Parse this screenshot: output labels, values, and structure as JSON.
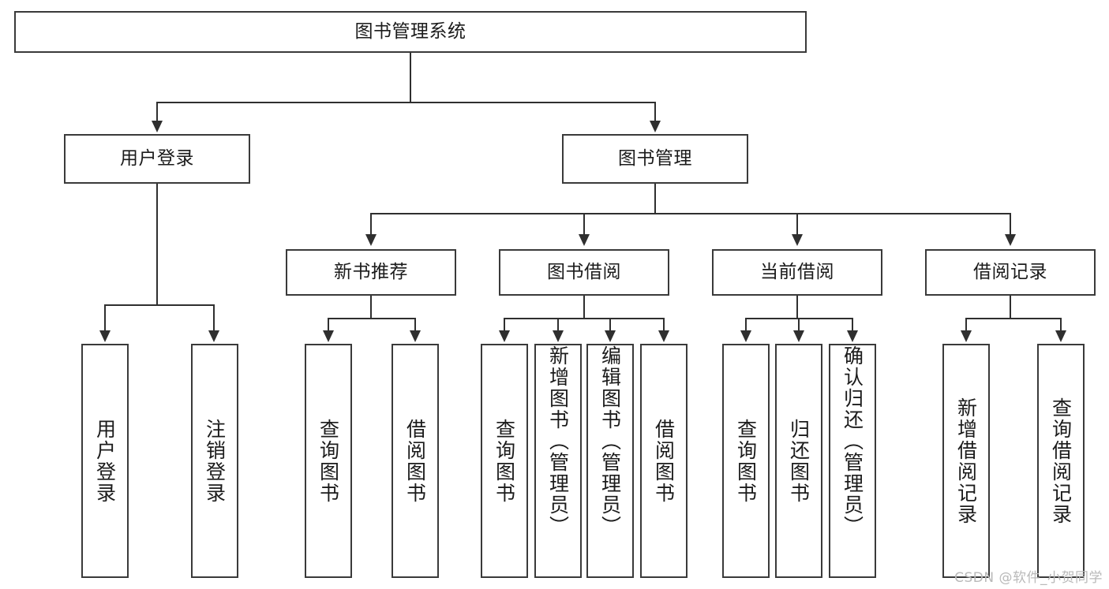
{
  "diagram": {
    "title": "图书管理系统",
    "type": "tree",
    "watermark": "CSDN @软件_小贺同学",
    "colors": {
      "box_border": "#3a3a3a",
      "line": "#2f2f2f",
      "background": "#ffffff",
      "text": "#1b1b1b",
      "watermark": "#b9b9b9"
    },
    "root": {
      "label": "图书管理系统"
    },
    "level2": [
      {
        "label": "用户登录"
      },
      {
        "label": "图书管理"
      }
    ],
    "level3": [
      {
        "label": "新书推荐"
      },
      {
        "label": "图书借阅"
      },
      {
        "label": "当前借阅"
      },
      {
        "label": "借阅记录"
      }
    ],
    "leaves": {
      "user_login": [
        {
          "label": "用户登录"
        },
        {
          "label": "注销登录"
        }
      ],
      "new_book_recommend": [
        {
          "label": "查询图书"
        },
        {
          "label": "借阅图书"
        }
      ],
      "book_borrow": [
        {
          "label": "查询图书"
        },
        {
          "label": "新增图书（管理员）"
        },
        {
          "label": "编辑图书（管理员）"
        },
        {
          "label": "借阅图书"
        }
      ],
      "current_borrow": [
        {
          "label": "查询图书"
        },
        {
          "label": "归还图书"
        },
        {
          "label": "确认归还（管理员）"
        }
      ],
      "borrow_record": [
        {
          "label": "新增借阅记录"
        },
        {
          "label": "查询借阅记录"
        }
      ]
    }
  }
}
